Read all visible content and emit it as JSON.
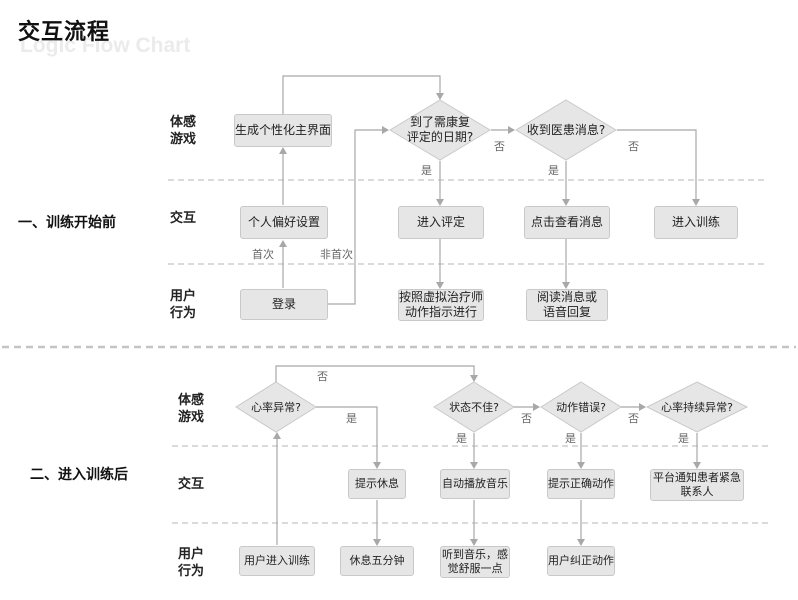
{
  "header": {
    "title": "交互流程",
    "subtitle": "Logic Flow Chart"
  },
  "before": {
    "phase_label": "一、训练开始前",
    "lanes": {
      "game": "体感\n游戏",
      "interaction": "交互",
      "user": "用户\n行为"
    },
    "nodes": {
      "gen_home": "生成个性化主界面",
      "pref": "个人偏好设置",
      "login": "登录",
      "rehab_date": "到了需康复\n评定的日期?",
      "enter_eval": "进入评定",
      "follow_therapist": "按照虚拟治疗师\n动作指示进行",
      "msg_q": "收到医患消息?",
      "view_msg": "点击查看消息",
      "read_msg": "阅读消息或\n语音回复",
      "enter_train": "进入训练"
    },
    "edges": {
      "first": "首次",
      "not_first": "非首次",
      "yes1": "是",
      "no1": "否",
      "yes2": "是",
      "no2": "否"
    }
  },
  "after": {
    "phase_label": "二、进入训练后",
    "lanes": {
      "game": "体感\n游戏",
      "interaction": "交互",
      "user": "用户\n行为"
    },
    "nodes": {
      "hr_abn": "心率异常?",
      "rest_prompt": "提示休息",
      "rest5": "休息五分钟",
      "user_enter": "用户进入训练",
      "state_bad": "状态不佳?",
      "music": "自动播放音乐",
      "feel_good": "听到音乐，感\n觉舒服一点",
      "action_err": "动作错误?",
      "correct_prompt": "提示正确动作",
      "user_correct": "用户纠正动作",
      "hr_persist": "心率持续异常?",
      "notify": "平台通知患者紧急\n联系人"
    },
    "edges": {
      "no_top": "否",
      "yes1": "是",
      "yes2": "是",
      "no2": "否",
      "yes3": "是",
      "no3": "否",
      "yes4": "是"
    }
  },
  "colors": {
    "node_fill": "#e6e6e6",
    "node_border": "#c9c9c9",
    "connector": "#a8a8a8",
    "divider": "#c4c4c4"
  }
}
